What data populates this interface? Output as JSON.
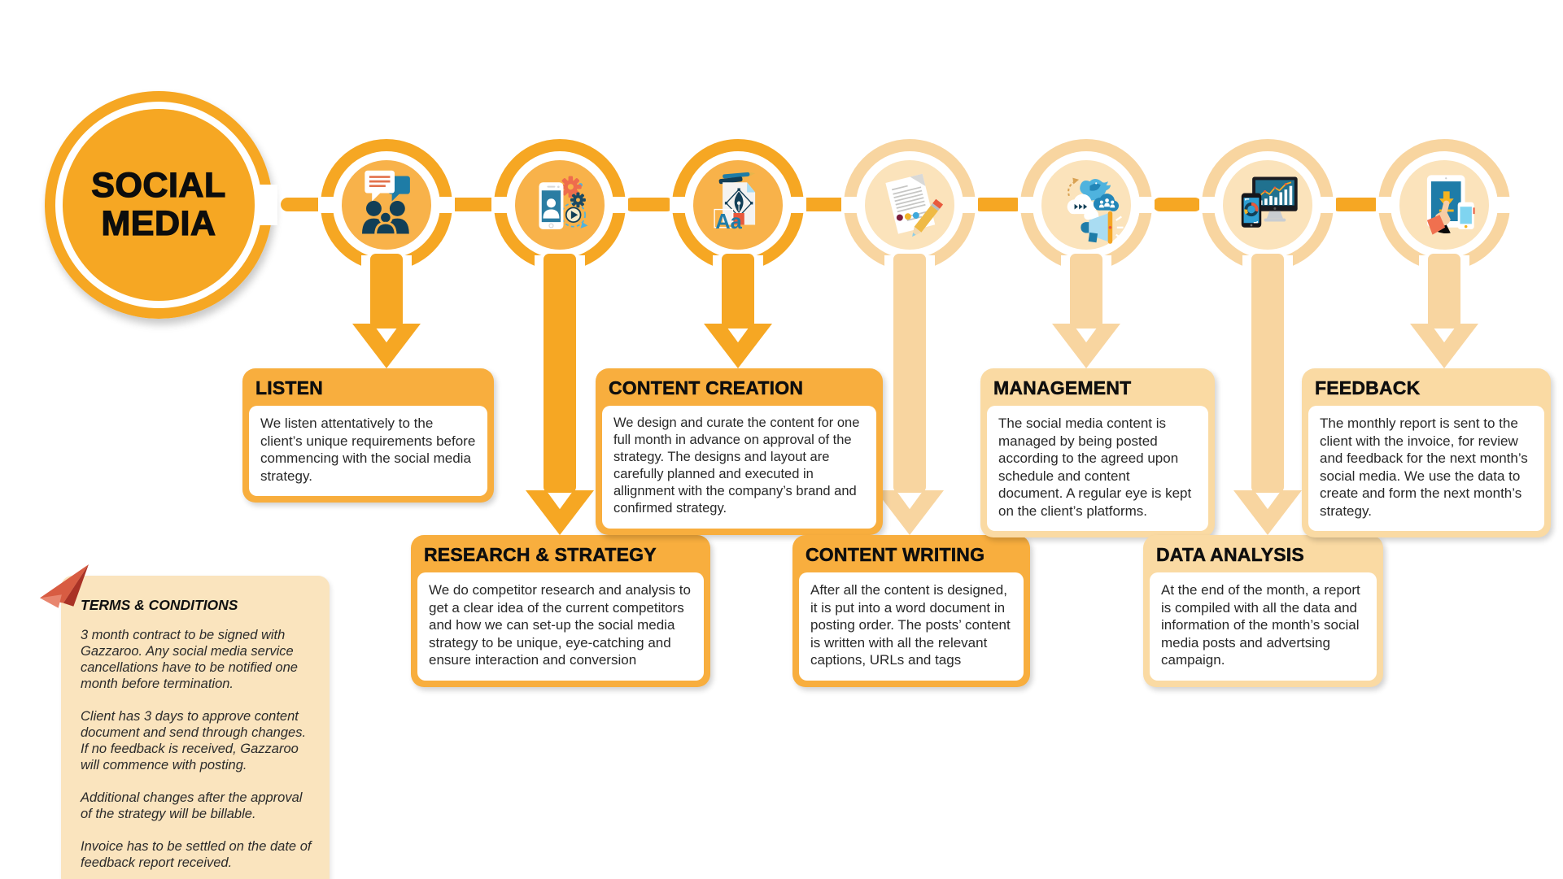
{
  "brand": {
    "title_line1": "SOCIAL",
    "title_line2": "MEDIA"
  },
  "steps": [
    {
      "id": "listen",
      "title": "LISTEN",
      "icon": "people-chat-icon",
      "body": "We listen attentatively to the client’s unique requirements before commencing with the social media strategy."
    },
    {
      "id": "research-strategy",
      "title": "RESEARCH & STRATEGY",
      "icon": "phone-gears-icon",
      "body": "We do competitor research and analysis to get a clear idea of the current competitors and how we can set-up the social media strategy to be unique, eye-catching and ensure interaction and conversion"
    },
    {
      "id": "content-creation",
      "title": "CONTENT CREATION",
      "icon": "design-document-icon",
      "icon_text": "Aa",
      "body": "We design and curate the content for one full month in advance on approval of the strategy. The designs and layout are carefully planned and executed in allignment with the company’s brand and confirmed strategy."
    },
    {
      "id": "content-writing",
      "title": "CONTENT WRITING",
      "icon": "document-pencil-icon",
      "body": "After all the content is designed, it is put into a word document in posting order. The posts’ content is written with all the relevant captions, URLs and tags"
    },
    {
      "id": "management",
      "title": "MANAGEMENT",
      "icon": "broadcast-megaphone-icon",
      "body": "The social media content is managed by being posted according to the agreed upon schedule and content document. A regular eye is kept on the client’s platforms."
    },
    {
      "id": "data-analysis",
      "title": "DATA ANALYSIS",
      "icon": "analytics-devices-icon",
      "body": "At the end of the month, a report is compiled with all the data and information of the month’s social media posts and advertsing campaign."
    },
    {
      "id": "feedback",
      "title": "FEEDBACK",
      "icon": "tablet-touch-icon",
      "body": "The monthly report is sent to the client with the invoice, for review and feedback for the next month’s social media. We use the data to create and form the next month’s strategy."
    }
  ],
  "terms": {
    "title": "TERMS & CONDITIONS",
    "icon": "paper-plane-icon",
    "paragraphs": [
      "3 month contract to be signed with Gazzaroo. Any social media service cancellations have to be notified one month before termination.",
      "Client has 3 days to approve content document and send through changes. If no feedback is received, Gazzaroo will commence with posting.",
      "Additional changes after the approval of the strategy will be billable.",
      "Invoice has to be settled on the date of feedback report received."
    ]
  },
  "colors": {
    "orange": "#F6A723",
    "orange_header": "#F8AE3E",
    "orange_fill": "#F8B24A",
    "pale": "#F8D5A0",
    "pale_header": "#FADAA3",
    "pale_fill": "#FBE3BB",
    "terms_bg": "#FAE4BE",
    "navy": "#123F57",
    "teal": "#1E7CA8",
    "sky": "#4FB3DE",
    "coral": "#EE6C4D",
    "red": "#E8593C",
    "text": "#282828"
  }
}
